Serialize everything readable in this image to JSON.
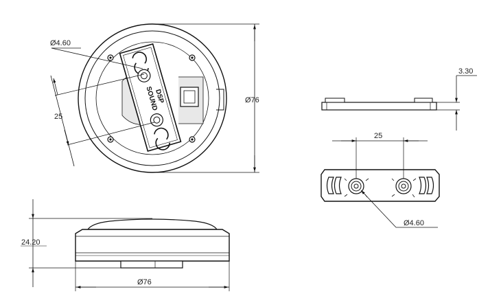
{
  "dimensions": {
    "top_hole_diameter": "Ø4.60",
    "spacing_left": "25",
    "outer_diameter_right": "Ø76",
    "thickness": "3.30",
    "spacing_bracket": "25",
    "bracket_hole_diameter": "Ø4.60",
    "height": "24.20",
    "outer_diameter_bottom": "Ø76"
  },
  "label": {
    "line1": "DSP",
    "line2": "SOUND"
  }
}
